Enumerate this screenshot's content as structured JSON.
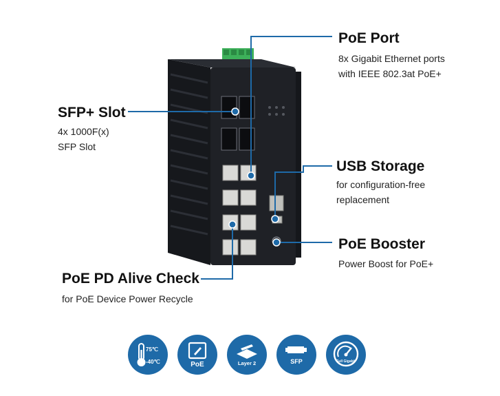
{
  "callouts": {
    "poe_port": {
      "title": "PoE Port",
      "lines": [
        "8x Gigabit Ethernet ports",
        "with IEEE 802.3at PoE+"
      ]
    },
    "sfp_slot": {
      "title": "SFP+ Slot",
      "lines": [
        "4x 1000F(x)",
        "SFP Slot"
      ]
    },
    "usb_storage": {
      "title": "USB Storage",
      "lines": [
        "for configuration-free",
        "replacement"
      ]
    },
    "poe_booster": {
      "title": "PoE Booster",
      "lines": [
        "Power Boost for PoE+"
      ]
    },
    "poe_pd_alive": {
      "title": "PoE PD Alive Check",
      "lines": [
        "for PoE Device Power Recycle"
      ]
    }
  },
  "badges": {
    "temperature": {
      "icon": "thermometer-icon",
      "high": "75℃",
      "low": "-40℃"
    },
    "poe": {
      "icon": "poe-icon",
      "label": "PoE"
    },
    "layer2": {
      "icon": "layer2-icon",
      "label": "Layer 2"
    },
    "sfp": {
      "icon": "sfp-icon",
      "label": "SFP"
    },
    "gigabit": {
      "icon": "gauge-icon",
      "label": "Full Gigabit"
    }
  },
  "colors": {
    "accent": "#1e6aa8",
    "device": "#1d1f24",
    "connector": "#3db05a"
  }
}
